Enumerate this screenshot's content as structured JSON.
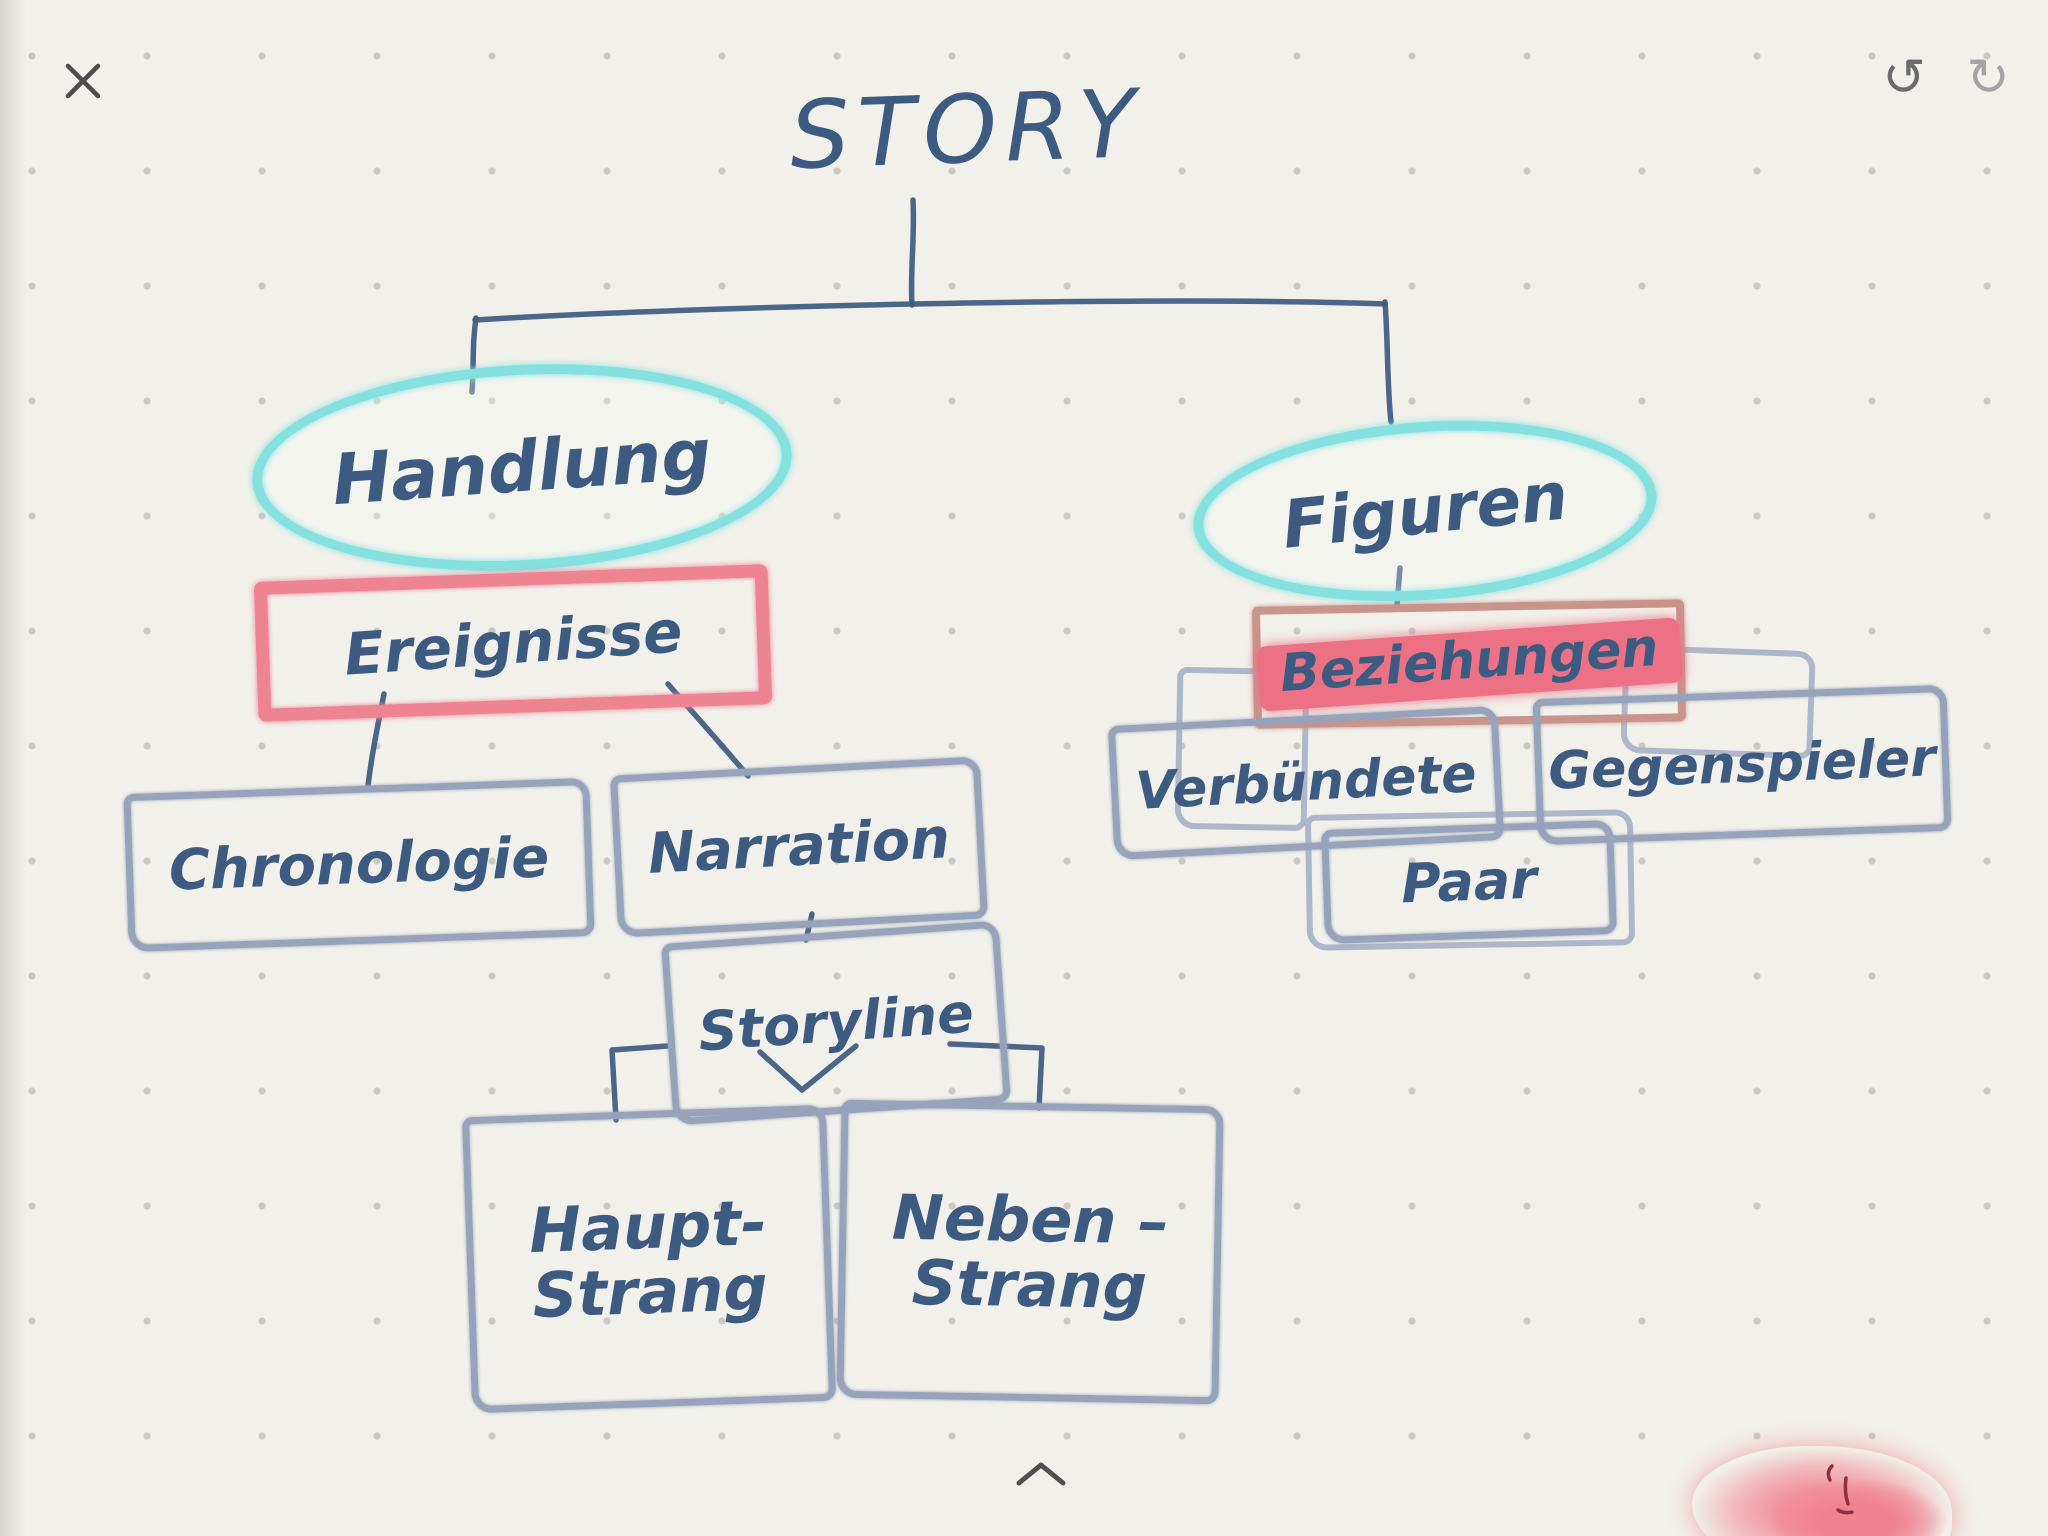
{
  "colors": {
    "ink": "#3d5a80",
    "box": "#97a3ba",
    "box-ghost": "#aeb7c9",
    "cyan": "#85e1df",
    "red-outline": "#ee8391",
    "red-fill": "#ec7184",
    "red-box": "#c9948c",
    "chrome": "#6b6b6b",
    "chrome-light": "#a3a3a3"
  },
  "chrome": {
    "close_icon": "close-icon",
    "undo_glyph": "↺",
    "redo_glyph": "↻",
    "collapse_icon": "chevron-up-icon"
  },
  "mindmap": {
    "nodes": {
      "story": "STORY",
      "handlung": "Handlung",
      "ereignisse": "Ereignisse",
      "chronologie": "Chronologie",
      "narration": "Narration",
      "storyline": "Storyline",
      "haupt_line1": "Haupt-",
      "haupt_line2": "Strang",
      "neben_line1": "Neben –",
      "neben_line2": "Strang",
      "figuren": "Figuren",
      "beziehungen": "Beziehungen",
      "verbuendete": "Verbündete",
      "gegenspieler": "Gegenspieler",
      "paar": "Paar"
    },
    "hierarchy": {
      "STORY": {
        "Handlung": {
          "Ereignisse": {
            "Chronologie": {},
            "Narration": {
              "Storyline": {
                "Haupt-Strang": {},
                "Neben-Strang": {}
              }
            }
          }
        },
        "Figuren": {
          "Beziehungen": {
            "Verbündete": {},
            "Gegenspieler": {},
            "Paar": {}
          }
        }
      }
    },
    "edges_drawn": [
      [
        "STORY",
        "Handlung"
      ],
      [
        "STORY",
        "Figuren"
      ],
      [
        "Ereignisse",
        "Chronologie"
      ],
      [
        "Ereignisse",
        "Narration"
      ],
      [
        "Narration",
        "Storyline"
      ],
      [
        "Storyline",
        "Haupt-Strang"
      ],
      [
        "Storyline",
        "Neben-Strang"
      ],
      [
        "Figuren",
        "Beziehungen"
      ]
    ]
  }
}
